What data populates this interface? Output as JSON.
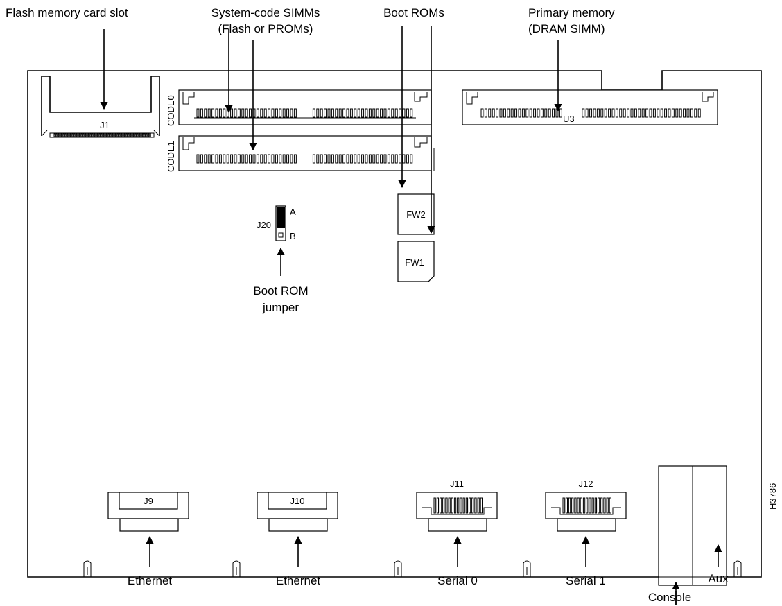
{
  "callouts": {
    "flash_slot": "Flash memory card slot",
    "system_code_line1": "System-code SIMMs",
    "system_code_line2": "(Flash or PROMs)",
    "boot_roms": "Boot ROMs",
    "primary_memory_line1": "Primary memory",
    "primary_memory_line2": "(DRAM SIMM)",
    "boot_rom_jumper_line1": "Boot ROM",
    "boot_rom_jumper_line2": "jumper",
    "ethernet_1": "Ethernet",
    "ethernet_2": "Ethernet",
    "serial_0": "Serial 0",
    "serial_1": "Serial 1",
    "console": "Console",
    "aux": "Aux"
  },
  "board_labels": {
    "j1": "J1",
    "code0": "CODE0",
    "code1": "CODE1",
    "u3": "U3",
    "j20": "J20",
    "jumper_a": "A",
    "jumper_b": "B",
    "fw2": "FW2",
    "fw1": "FW1",
    "j9": "J9",
    "j10": "J10",
    "j11": "J11",
    "j12": "J12"
  },
  "figure_id": "H3786"
}
